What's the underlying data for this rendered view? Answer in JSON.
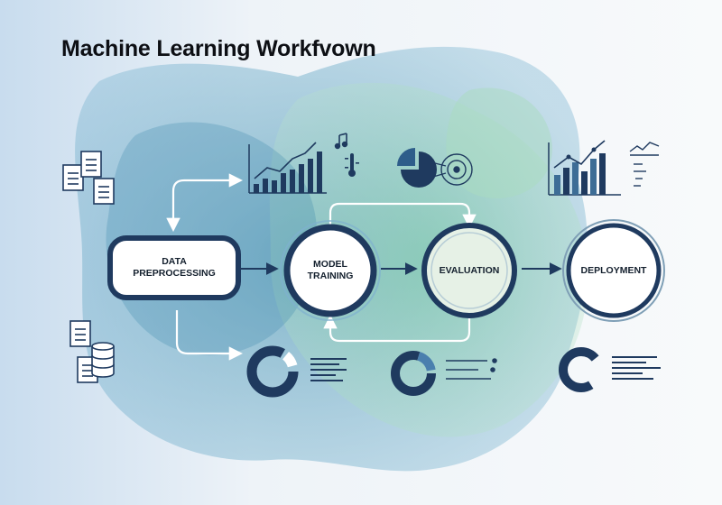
{
  "title": "Machine Learning Workfvown",
  "nodes": {
    "data_preprocessing": {
      "line1": "DATA",
      "line2": "PREPROCESSING"
    },
    "model_training": {
      "line1": "MODEL",
      "line2": "TRAINING"
    },
    "evaluation": {
      "label": "EVALUATION"
    },
    "deployment": {
      "label": "DEPLOYMENT"
    }
  },
  "icons": [
    "documents-icon",
    "database-icon",
    "bar-chart-icon",
    "music-note-icon",
    "thermometer-icon",
    "pie-chart-icon",
    "target-icon",
    "line-chart-icon",
    "donut-chart-icon"
  ],
  "colors": {
    "navy": "#1f3a5f",
    "node_fill": "#ffffff",
    "eval_fill": "#e4efe4",
    "blob_blue": "#5f9fc4",
    "blob_green": "#8fd3a8"
  }
}
